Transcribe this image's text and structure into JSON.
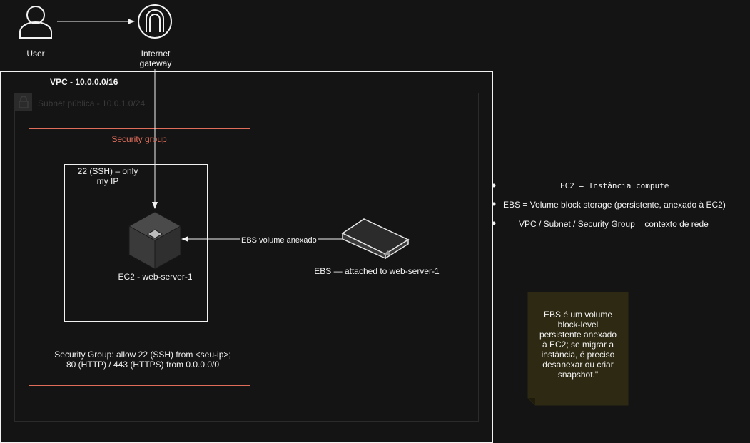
{
  "user": {
    "label": "User"
  },
  "gateway": {
    "label": "Internet\ngateway"
  },
  "vpc": {
    "label": "VPC - 10.0.0.0/16"
  },
  "subnet": {
    "label": "Subnet pública - 10.0.1.0/24"
  },
  "security_group": {
    "title": "Security group",
    "rule_box": "22 (SSH) – only\nmy IP",
    "footer": "Security Group: allow 22 (SSH) from <seu-ip>; 80 (HTTP) / 443 (HTTPS) from 0.0.0.0/0"
  },
  "ec2": {
    "label": "EC2 - web-server-1"
  },
  "ebs": {
    "label": "EBS — attached to web-server-1",
    "edge_label": "EBS volume anexado"
  },
  "legend": {
    "items": [
      "EC2 = Instância compute",
      "EBS = Volume block storage (persistente, anexado à EC2)",
      "VPC / Subnet / Security Group = contexto de rede"
    ]
  },
  "note": {
    "text": "EBS é um volume block-level persistente anexado à EC2; se migrar a instância, é preciso desanexar ou criar snapshot.\""
  },
  "colors": {
    "sg_border": "#e06c5a",
    "note_bg": "#2e2912",
    "line": "#f2f2f2"
  }
}
